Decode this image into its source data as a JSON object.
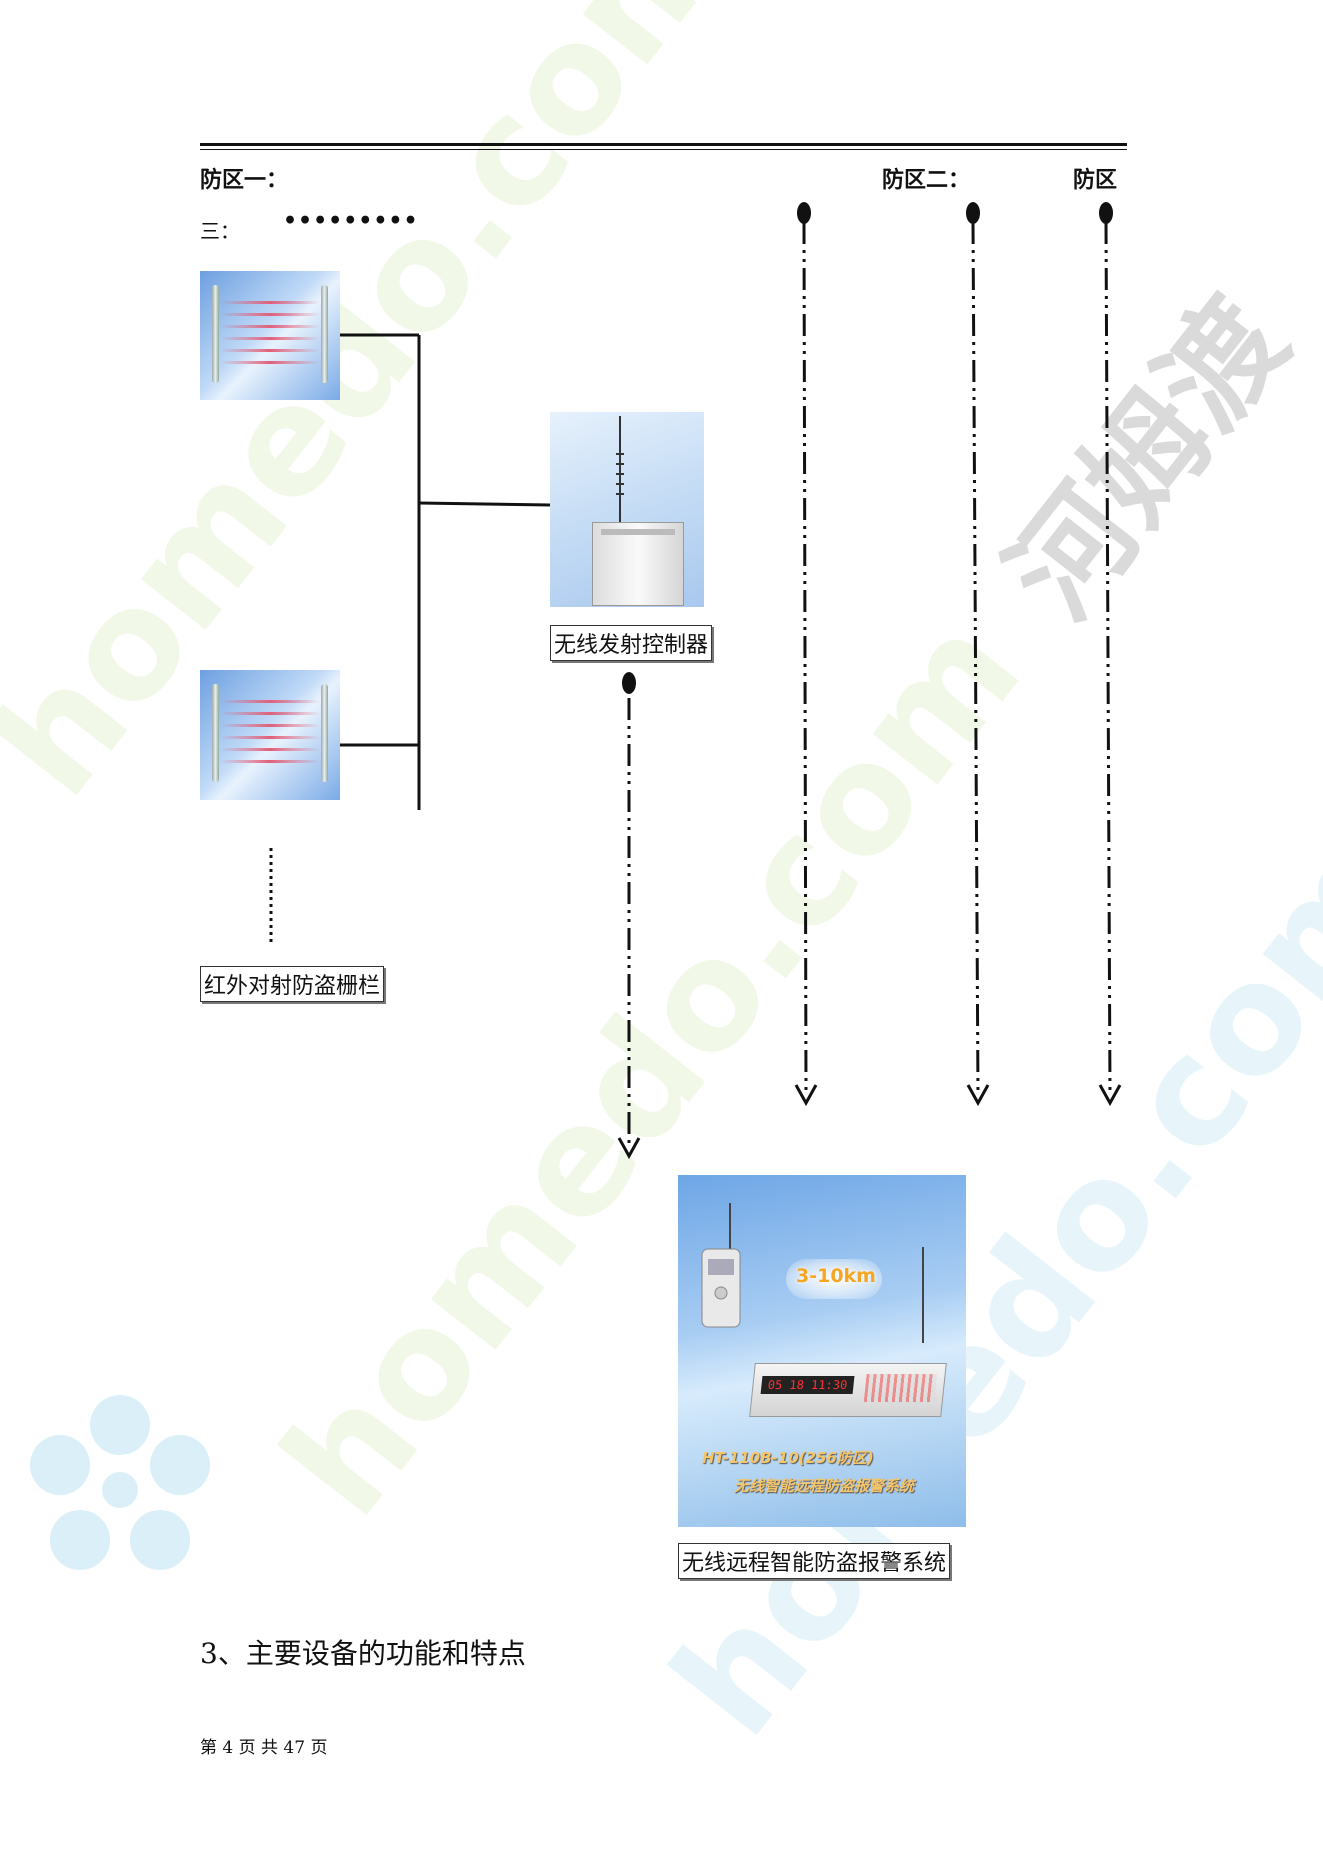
{
  "header": {
    "zone1": "防区一：",
    "zone2": "防区二：",
    "zone3_part1": "防区",
    "zone3_part2": "三：",
    "ellipsis": "•••••••••"
  },
  "diagram": {
    "controller_label": "无线发射控制器",
    "fence_label": "红外对射防盗栅栏",
    "system_label": "无线远程智能防盗报警系统",
    "system_image": {
      "range_text": "3-10km",
      "model_text": "HT-110B-10(256防区)",
      "caption_text": "无线智能远程防盗报警系统",
      "display_text": "05 18 11:30"
    }
  },
  "content": {
    "section_heading": "3、主要设备的功能和特点"
  },
  "footer": {
    "page_info": "第 4 页 共 47 页"
  },
  "watermarks": {
    "site": "homedo.com",
    "brand": "河姆渡"
  }
}
